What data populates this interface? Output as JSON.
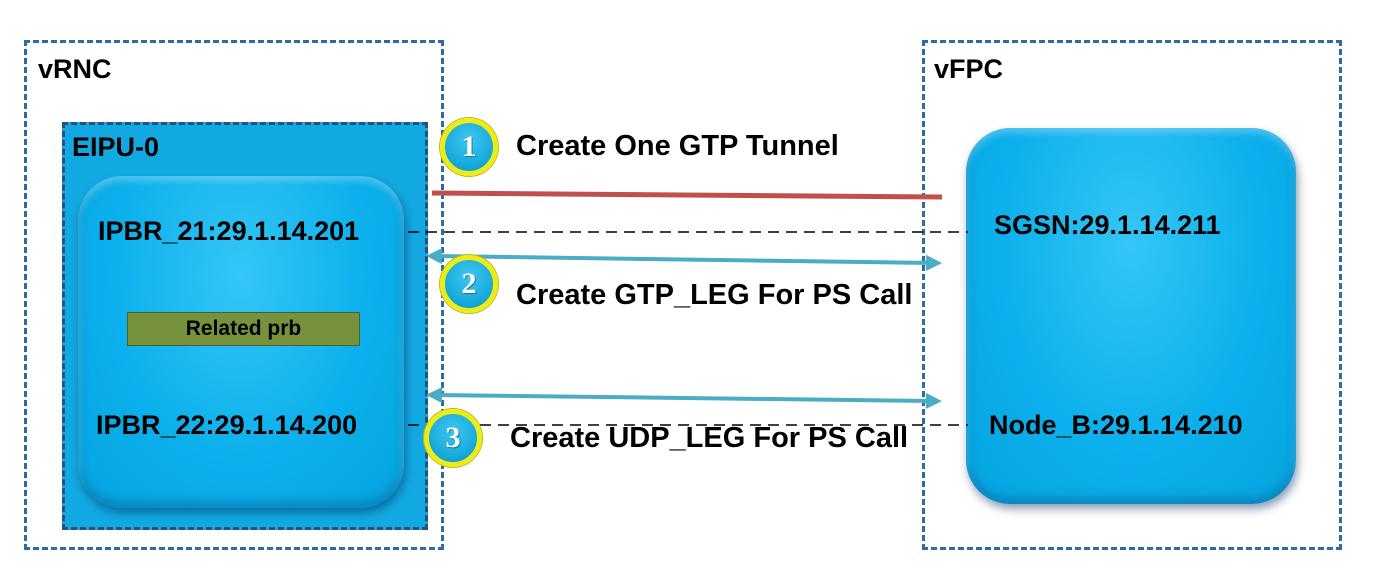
{
  "vrnc": {
    "title": "vRNC"
  },
  "vfpc": {
    "title": "vFPC"
  },
  "eipu": {
    "title": "EIPU-0",
    "ip_upper": "IPBR_21:29.1.14.201",
    "ip_lower": "IPBR_22:29.1.14.200",
    "prb_label": "Related prb"
  },
  "vfpc_node": {
    "ip_upper": "SGSN:29.1.14.211",
    "ip_lower": "Node_B:29.1.14.210"
  },
  "steps": [
    {
      "number": "1",
      "label": "Create One GTP Tunnel"
    },
    {
      "number": "2",
      "label": "Create GTP_LEG For PS Call"
    },
    {
      "number": "3",
      "label": "Create UDP_LEG For PS Call"
    }
  ],
  "colors": {
    "tunnel_line": "#c0504d",
    "leg_arrow": "#4bacc6",
    "frame_border": "#2f6aa3",
    "node_fill": "#0cb0ec",
    "prb_fill": "#76923c",
    "badge_ring": "#ecec1a"
  }
}
